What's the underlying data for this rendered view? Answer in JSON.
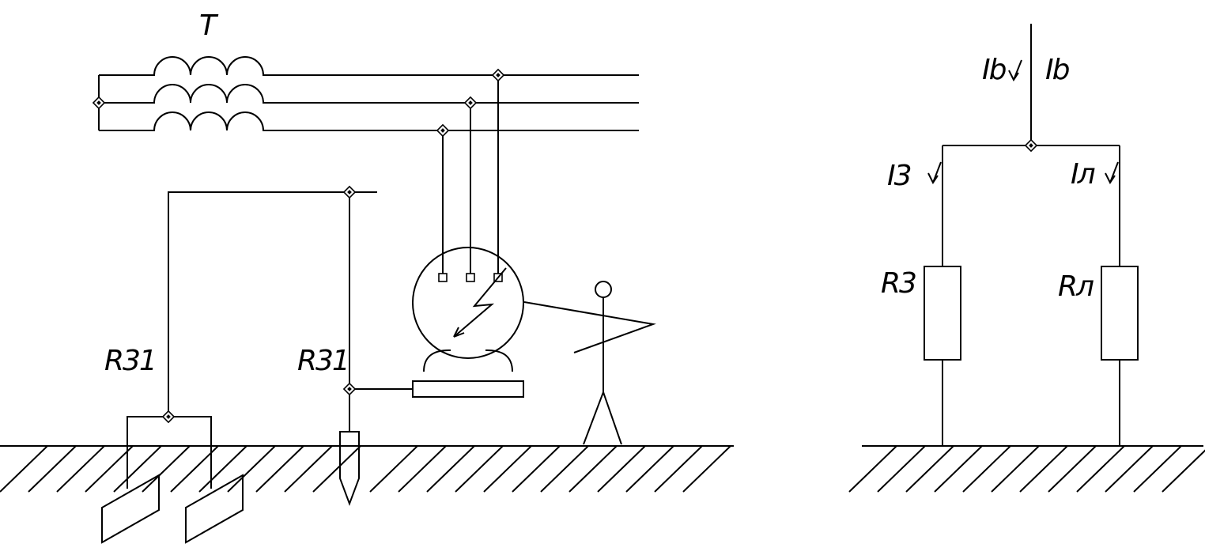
{
  "diagram": {
    "labels": {
      "transformer": "T",
      "r31_left": "R31",
      "r31_mid": "R31",
      "ib_left": "Ib",
      "ib_right": "Ib",
      "i3": "I3",
      "il": "Iл",
      "r3": "R3",
      "rl": "Rл"
    }
  }
}
